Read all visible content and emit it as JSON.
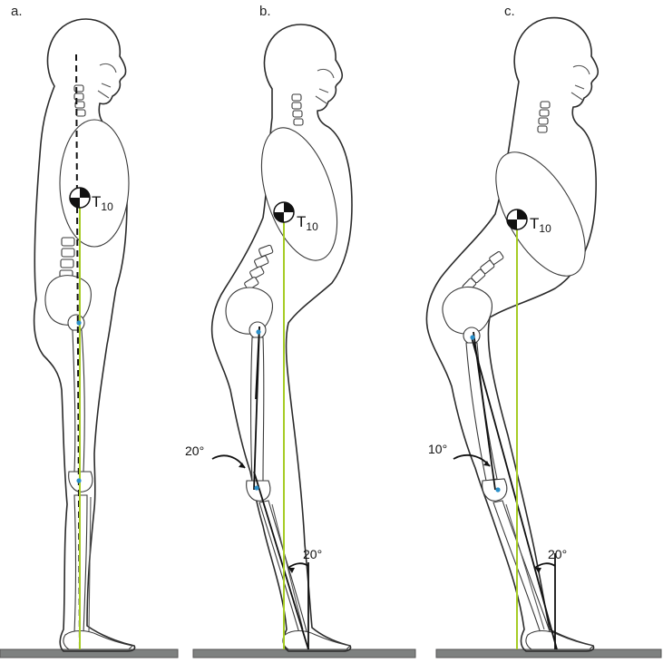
{
  "panels": [
    {
      "id": "a",
      "label": "a.",
      "com_label": "T",
      "com_sub": "10",
      "knee_angle": "",
      "ankle_angle": ""
    },
    {
      "id": "b",
      "label": "b.",
      "com_label": "T",
      "com_sub": "10",
      "knee_angle": "20°",
      "ankle_angle": "20°"
    },
    {
      "id": "c",
      "label": "c.",
      "com_label": "T",
      "com_sub": "10",
      "knee_angle": "10°",
      "ankle_angle": "20°"
    }
  ],
  "colors": {
    "plumb_line": "#a6cc25",
    "joint_marker": "#2a8fc9",
    "ground": "#7e8180"
  },
  "icons": {
    "center_of_mass": "center-of-mass-symbol"
  }
}
